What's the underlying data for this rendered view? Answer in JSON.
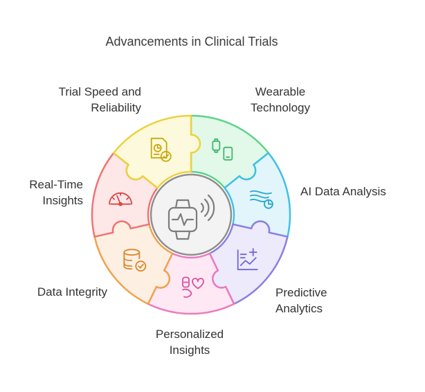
{
  "title": "Advancements in Clinical Trials",
  "center": {
    "icon": "smartwatch-icon"
  },
  "segments": [
    {
      "id": "wearable",
      "line1": "Wearable",
      "line2": "Technology",
      "icon": "watch-phone-icon",
      "fill": "#e2f8e9",
      "stroke": "#5fd38a",
      "iconColor": "#3fb86c"
    },
    {
      "id": "ai",
      "line1": "AI Data Analysis",
      "line2": "",
      "icon": "wind-chart-icon",
      "fill": "#e1f5fb",
      "stroke": "#3fc0e6",
      "iconColor": "#27a6cf"
    },
    {
      "id": "predictive",
      "line1": "Predictive",
      "line2": "Analytics",
      "icon": "chart-plus-icon",
      "fill": "#eceafb",
      "stroke": "#8c7fe0",
      "iconColor": "#7366d4"
    },
    {
      "id": "personalized",
      "line1": "Personalized",
      "line2": "Insights",
      "icon": "hand-heart-icon",
      "fill": "#fde8f3",
      "stroke": "#ea7bbd",
      "iconColor": "#d94ea2"
    },
    {
      "id": "integrity",
      "line1": "Data Integrity",
      "line2": "",
      "icon": "database-check-icon",
      "fill": "#fdefe2",
      "stroke": "#f0a24e",
      "iconColor": "#d98828"
    },
    {
      "id": "realtime",
      "line1": "Real-Time",
      "line2": "Insights",
      "icon": "gauge-icon",
      "fill": "#fde7e7",
      "stroke": "#ef7474",
      "iconColor": "#d94646"
    },
    {
      "id": "speed",
      "line1": "Trial Speed and",
      "line2": "Reliability",
      "icon": "document-clock-check-icon",
      "fill": "#fdf9dc",
      "stroke": "#ecd23c",
      "iconColor": "#c8a80c"
    }
  ]
}
